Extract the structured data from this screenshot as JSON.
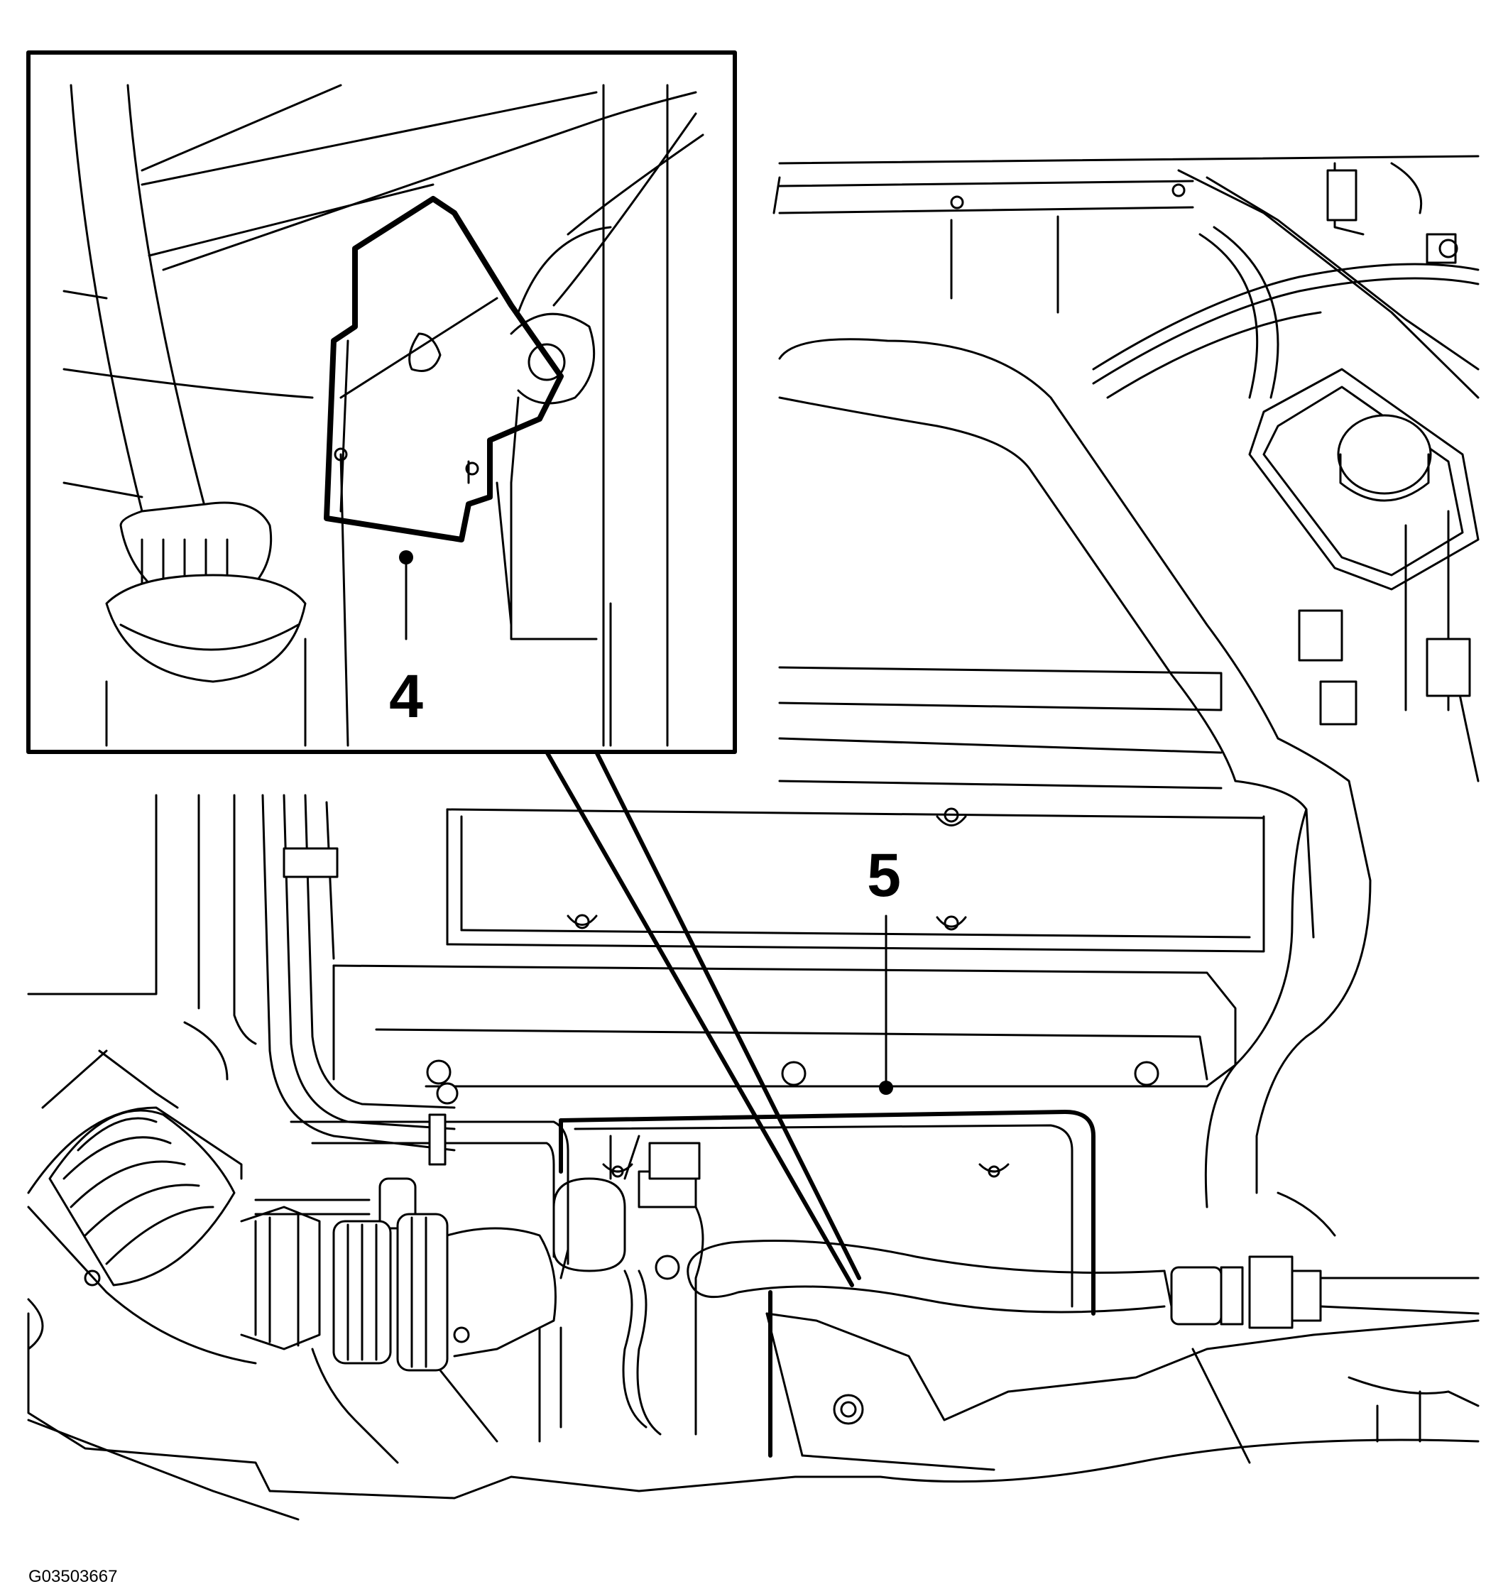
{
  "figure": {
    "callouts": [
      {
        "id": "callout-4",
        "label": "4"
      },
      {
        "id": "callout-5",
        "label": "5"
      }
    ],
    "figure_id": "G03503667"
  }
}
